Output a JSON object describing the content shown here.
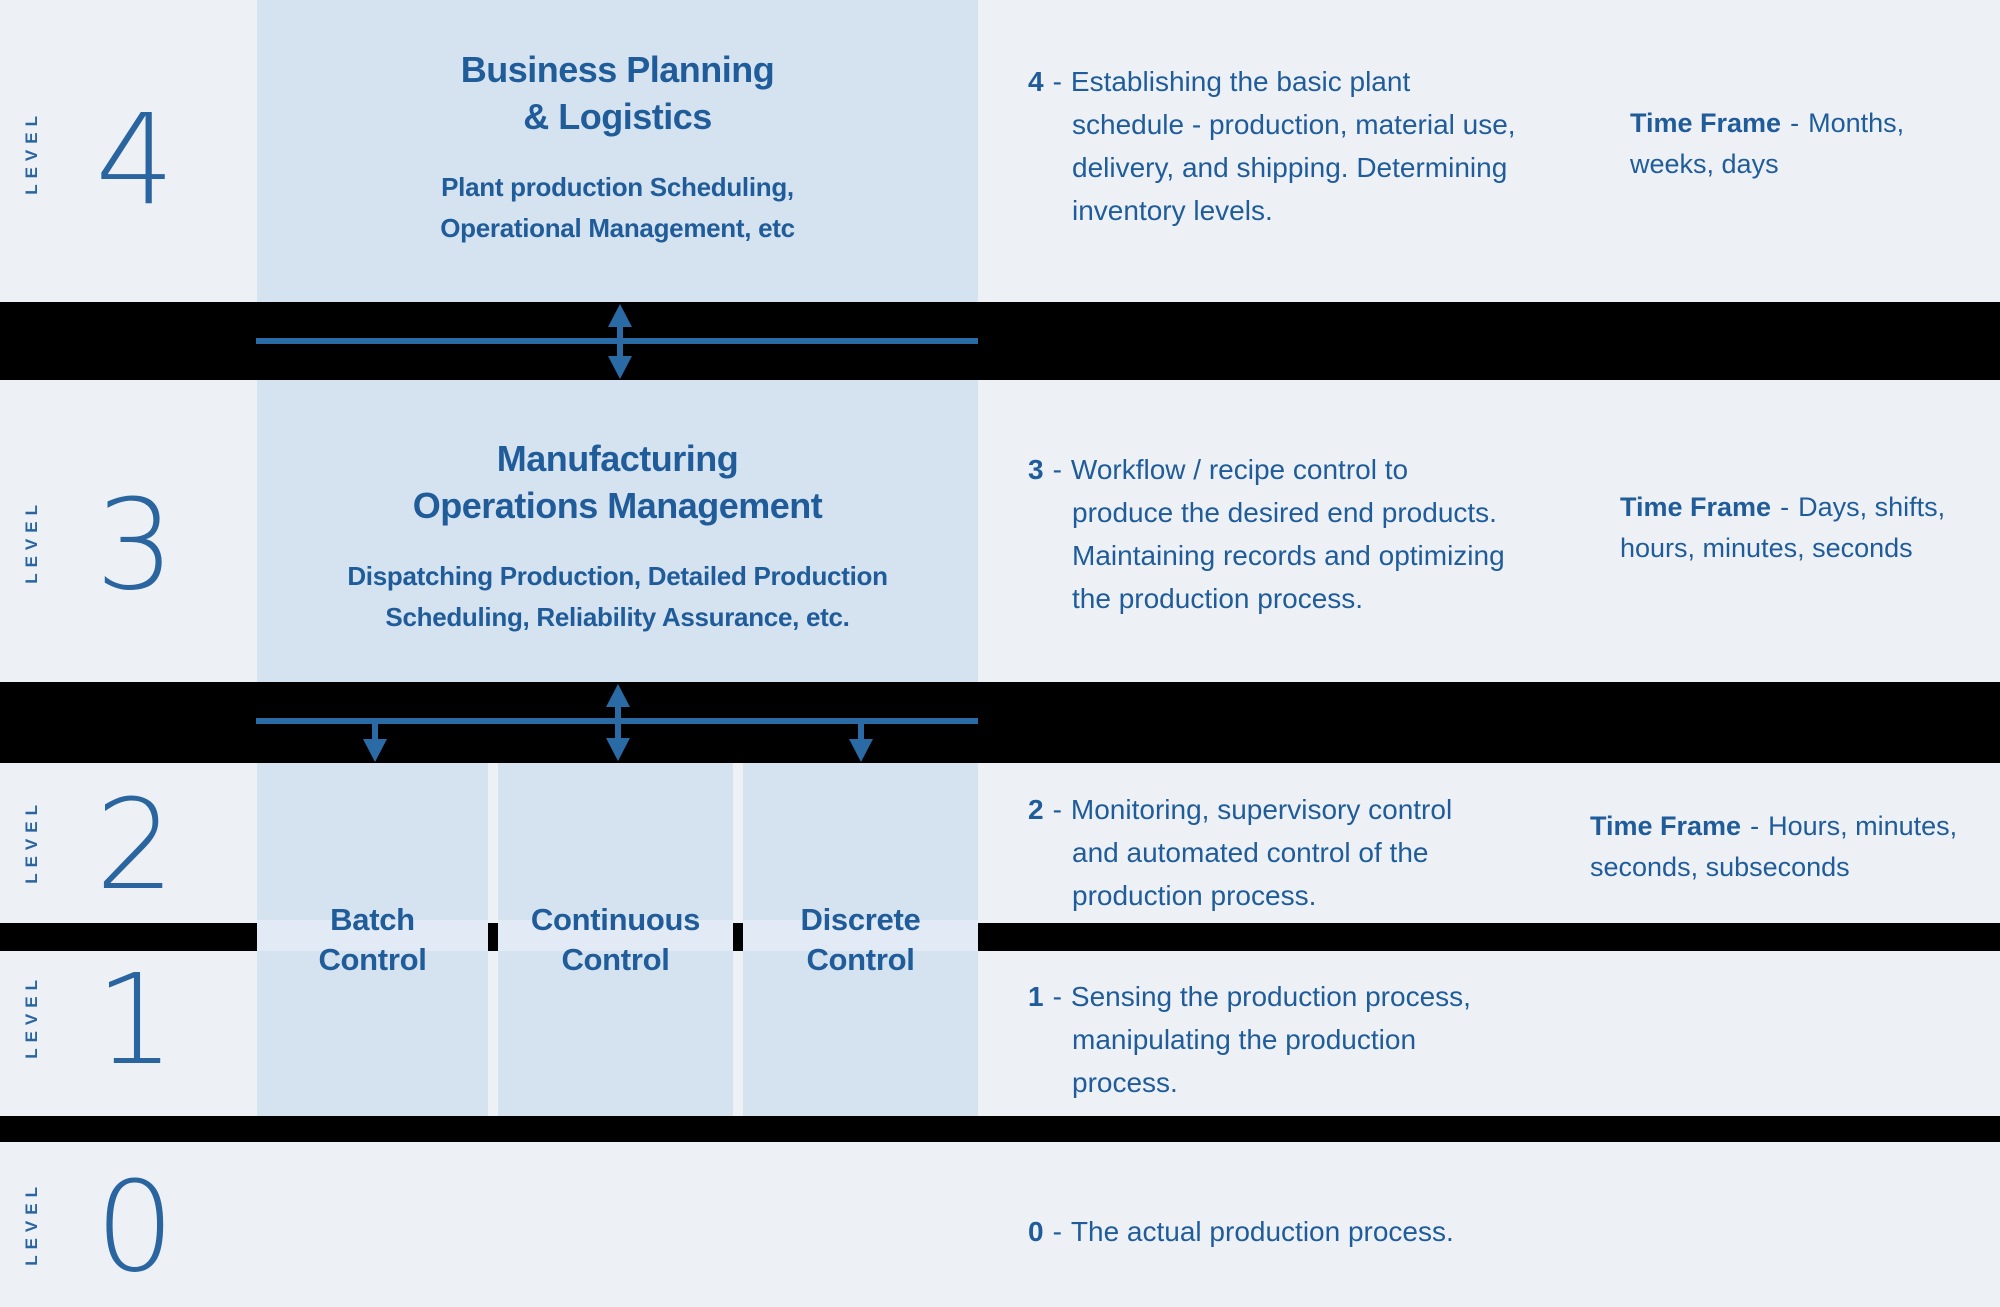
{
  "palette": {
    "background": "#edf1f6",
    "box_fill": "#d5e2f0",
    "box_stripe": "#e1eaf5",
    "band": "#000000",
    "text": "#1f5c99",
    "accent": "#2a6ba6",
    "number": "#2a65a0"
  },
  "separator": "-",
  "levels": [
    {
      "level_label": "LEVEL",
      "number": "4",
      "box": {
        "title": "Business Planning\n& Logistics",
        "subtitle": "Plant production Scheduling,\nOperational Management, etc"
      },
      "description": {
        "number": "4",
        "text": "Establishing the basic plant\nschedule - production, material use,\ndelivery, and shipping. Determining\ninventory levels."
      },
      "time_frame": {
        "label": "Time Frame",
        "value": "Months,\nweeks, days"
      }
    },
    {
      "level_label": "LEVEL",
      "number": "3",
      "box": {
        "title": "Manufacturing\nOperations Management",
        "subtitle": "Dispatching Production, Detailed Production\nScheduling, Reliability Assurance, etc."
      },
      "description": {
        "number": "3",
        "text": "Workflow / recipe control to\nproduce the desired end products.\nMaintaining records and optimizing\nthe production process."
      },
      "time_frame": {
        "label": "Time Frame",
        "value": "Days, shifts,\nhours, minutes, seconds"
      }
    },
    {
      "level_label": "LEVEL",
      "number": "2",
      "control_boxes": [
        {
          "label": "Batch\nControl"
        },
        {
          "label": "Continuous\nControl"
        },
        {
          "label": "Discrete\nControl"
        }
      ],
      "description": {
        "number": "2",
        "text": "Monitoring, supervisory control\nand automated control of the\nproduction process."
      },
      "time_frame": {
        "label": "Time Frame",
        "value": "Hours, minutes,\nseconds, subseconds"
      }
    },
    {
      "level_label": "LEVEL",
      "number": "1",
      "description": {
        "number": "1",
        "text": "Sensing the production process,\nmanipulating the production\nprocess."
      }
    },
    {
      "level_label": "LEVEL",
      "number": "0",
      "description": {
        "number": "0",
        "text": "The actual production process."
      }
    }
  ]
}
